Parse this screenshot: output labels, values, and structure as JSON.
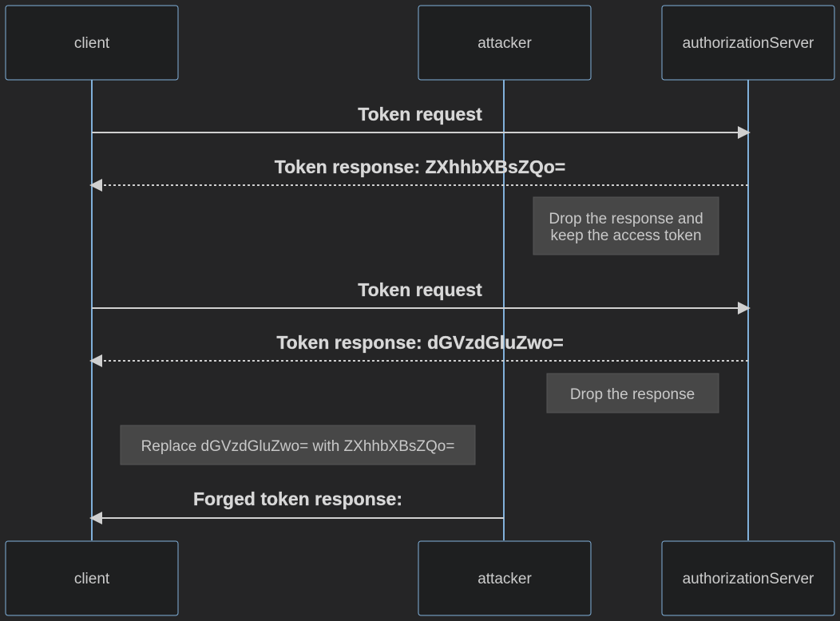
{
  "participants": {
    "client": "client",
    "attacker": "attacker",
    "server": "authorizationServer"
  },
  "messages": [
    {
      "label": "Token request",
      "style": "solid"
    },
    {
      "label": "Token response: ZXhhbXBsZQo=",
      "style": "dashed"
    },
    {
      "label": "Token request",
      "style": "solid"
    },
    {
      "label": "Token response: dGVzdGluZwo=",
      "style": "dashed"
    },
    {
      "label": "Forged token response:",
      "style": "solid"
    }
  ],
  "notes": [
    {
      "lines": [
        "Drop the response and",
        "keep the access token"
      ]
    },
    {
      "lines": [
        "Drop the response"
      ]
    },
    {
      "lines": [
        "Replace dGVzdGluZwo= with ZXhhbXBsZQo="
      ]
    }
  ],
  "colors": {
    "background": "#252526",
    "lifeline": "#81b1db",
    "arrow": "#d0d0d0",
    "note_fill": "#474747"
  }
}
